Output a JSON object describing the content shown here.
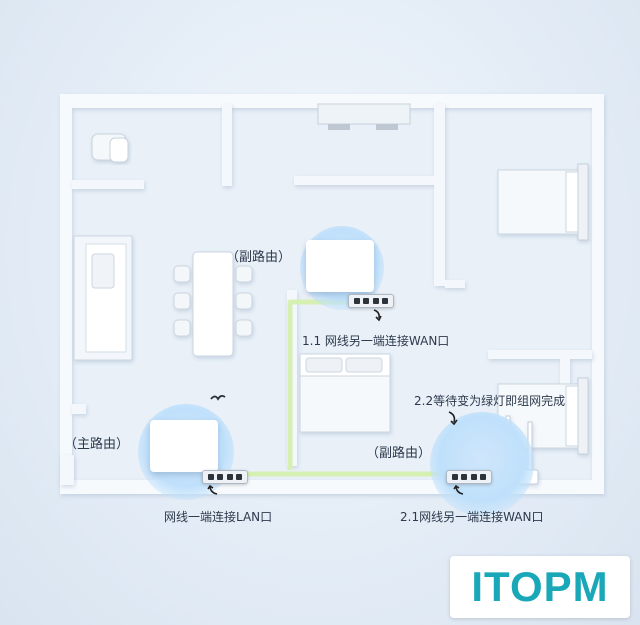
{
  "labels": {
    "sub_router_top": "（副路由）",
    "main_router": "（主路由）",
    "sub_router_bottom": "（副路由）",
    "step_1_1": "1.1 网线另一端连接WAN口",
    "step_2_2": "2.2等待变为绿灯即组网完成",
    "step_lan": "网线一端连接LAN口",
    "step_2_1": "2.1网线另一端连接WAN口"
  },
  "logo": {
    "text": "ITOPM",
    "color": "#1aa8b8"
  },
  "colors": {
    "wall": "#f4f8fc",
    "wall_shadow": "#c9d6e4",
    "cable": "#d6f0b4",
    "bubble": "#bfe0fb",
    "text": "#2d3a4d"
  },
  "icons": [
    "arrow-down-icon",
    "arrow-up-icon",
    "bird-icon"
  ]
}
